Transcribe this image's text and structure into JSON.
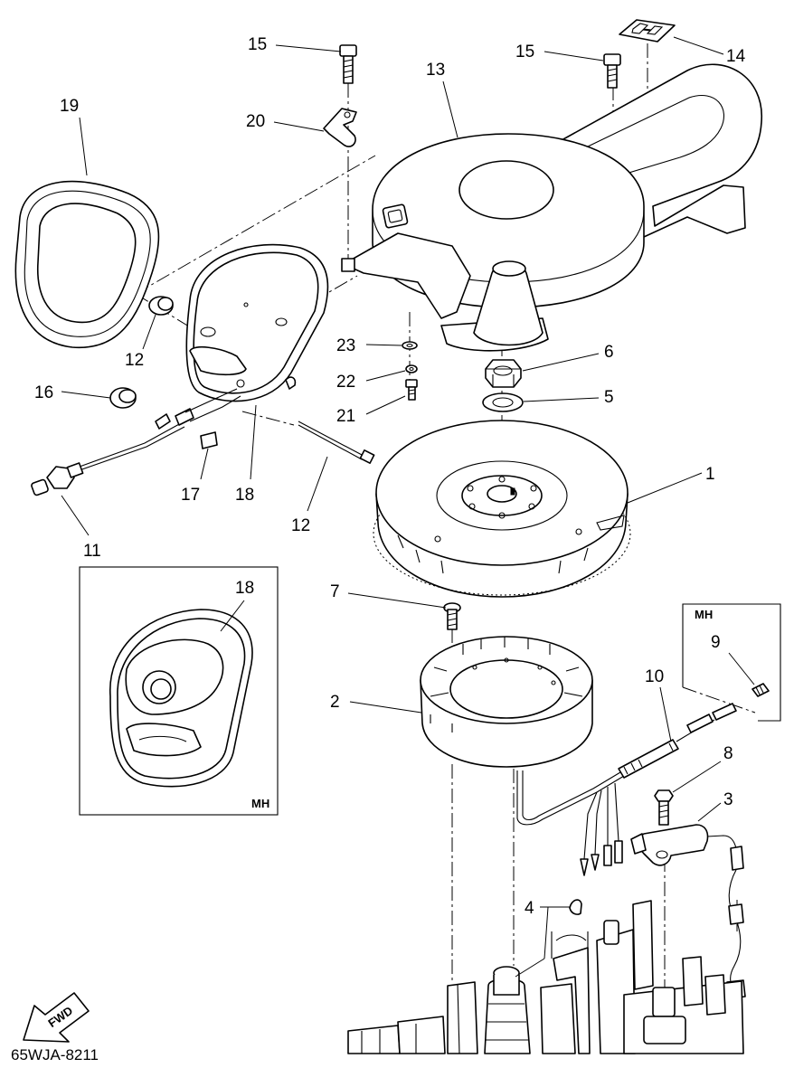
{
  "callouts": [
    {
      "number": "15"
    },
    {
      "number": "15"
    },
    {
      "number": "14"
    },
    {
      "number": "13"
    },
    {
      "number": "19"
    },
    {
      "number": "20"
    },
    {
      "number": "12"
    },
    {
      "number": "23"
    },
    {
      "number": "6"
    },
    {
      "number": "22"
    },
    {
      "number": "5"
    },
    {
      "number": "16"
    },
    {
      "number": "21"
    },
    {
      "number": "17"
    },
    {
      "number": "18"
    },
    {
      "number": "12"
    },
    {
      "number": "1"
    },
    {
      "number": "11"
    },
    {
      "number": "18"
    },
    {
      "number": "7"
    },
    {
      "number": "9"
    },
    {
      "number": "10"
    },
    {
      "number": "2"
    },
    {
      "number": "8"
    },
    {
      "number": "3"
    },
    {
      "number": "4"
    }
  ],
  "insets": {
    "left_variant": "MH",
    "right_variant": "MH"
  },
  "fwd_label": "FWD",
  "diagram_code": "65WJA-8211"
}
